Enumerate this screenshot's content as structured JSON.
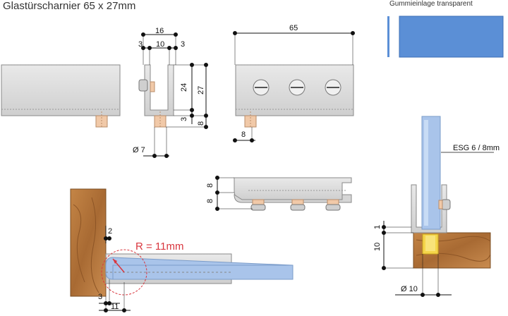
{
  "title": "Glastürscharnier 65 x 27mm",
  "legend": {
    "label": "Gummieinlage transparent",
    "swatch_color": "#5b8fd6"
  },
  "colors": {
    "metal": "#dcdcdc",
    "metal_edge": "#8a8a8a",
    "glass": "#a9c4ea",
    "pin": "#f1c9a8",
    "wood": "#b5773e",
    "insert": "#f5d54a",
    "radius_red": "#d9363e",
    "dim_line": "#111111"
  },
  "dimensions": {
    "w16": "16",
    "w3_left": "3",
    "w10": "10",
    "w3_right": "3",
    "h24": "24",
    "h27": "27",
    "h3": "3",
    "h8": "8",
    "d7": "Ø 7",
    "len65": "65",
    "pin8": "8",
    "top8a": "8",
    "top8b": "8",
    "esg": "ESG 6 / 8mm",
    "gap1": "1",
    "h10": "10",
    "d10": "Ø 10",
    "wood2": "2",
    "radius": "R = 11mm",
    "bottom3": "3",
    "bottom11": "11"
  }
}
